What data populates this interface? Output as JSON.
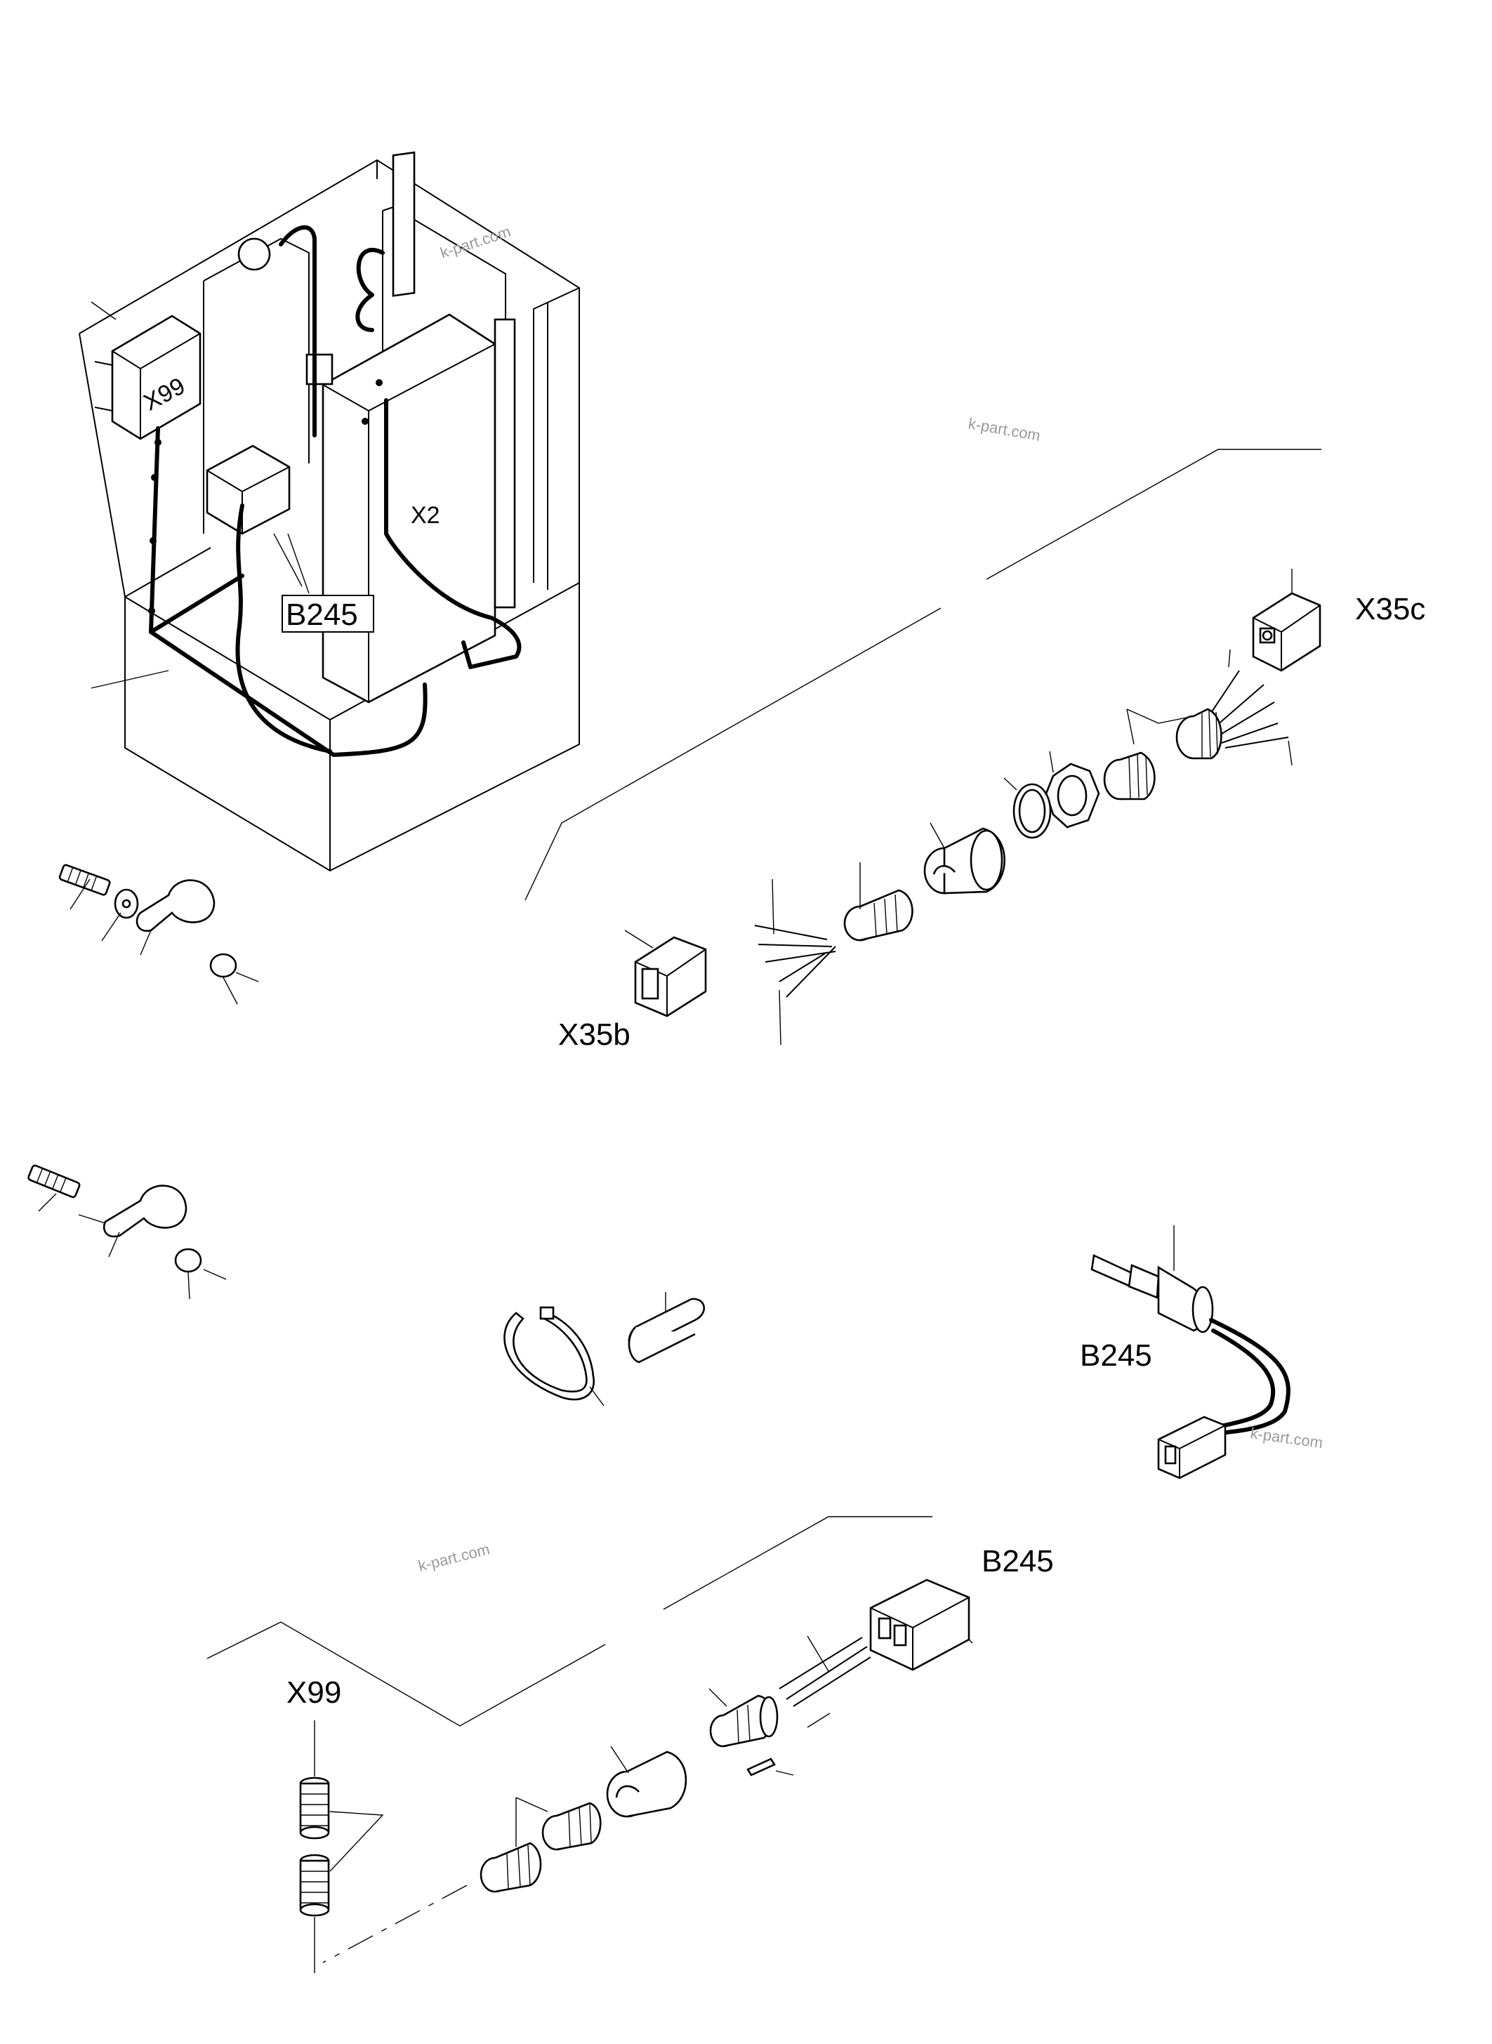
{
  "labels": {
    "x99_box": "X99",
    "x2": "X2",
    "b245_box": "B245",
    "x35c": "X35c",
    "x35b": "X35b",
    "b245_sensor": "B245",
    "b245_connector": "B245",
    "x99_bottom": "X99"
  },
  "watermarks": [
    "k-part.com",
    "k-part.com",
    "k-part.com",
    "k-part.com"
  ],
  "colors": {
    "line": "#000000",
    "watermark": "#9a9a9a",
    "background": "#ffffff"
  }
}
